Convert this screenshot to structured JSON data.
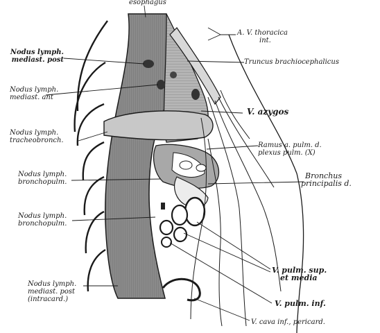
{
  "figure": {
    "labels": {
      "esophagus": "esophagus",
      "av_thoracica": [
        "A. V. thoracica",
        "int."
      ],
      "nodus_mediast_post": [
        "Nodus lymph.",
        "mediast. post"
      ],
      "truncus": "Truncus brachiocephalicus",
      "nodus_mediast_ant": [
        "Nodus lymph.",
        "mediast. ant"
      ],
      "v_azygos": "V. azygos",
      "nodus_tracheobronch": [
        "Nodus lymph.",
        "tracheobronch."
      ],
      "ramus_pulm": [
        "Ramus a. pulm. d.",
        "plexus pulm. (X)"
      ],
      "bronchus": [
        "Bronchus",
        "principalis d."
      ],
      "nodus_bronchopulm_1": [
        "Nodus lymph.",
        "bronchopulm."
      ],
      "nodus_bronchopulm_2": [
        "Nodus lymph.",
        "bronchopulm."
      ],
      "v_pulm_sup": [
        "V. pulm. sup.",
        "et media"
      ],
      "nodus_intracard": [
        "Nodus lymph.",
        "mediast. post",
        "(intracard.)"
      ],
      "v_pulm_inf": "V. pulm. inf.",
      "v_cava": "V. cava inf., pericard."
    },
    "colors": {
      "ink": "#1a1a1a",
      "paper": "#ffffff",
      "shade": "#9a9a9a"
    }
  }
}
